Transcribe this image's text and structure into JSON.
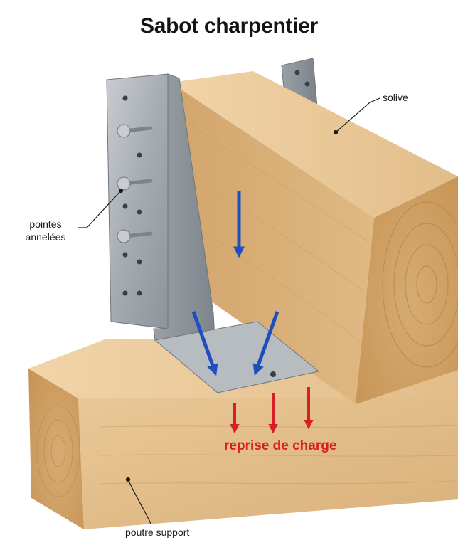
{
  "title": "Sabot charpentier",
  "labels": {
    "solive": "solive",
    "pointes_line1": "pointes",
    "pointes_line2": "annelées",
    "reprise": "reprise de charge",
    "poutre": "poutre support"
  },
  "colors": {
    "load_arrow": "#1f4fbf",
    "reaction_arrow": "#d91f26",
    "wood": "#e2bd8a",
    "metal": "#a9afb5"
  }
}
